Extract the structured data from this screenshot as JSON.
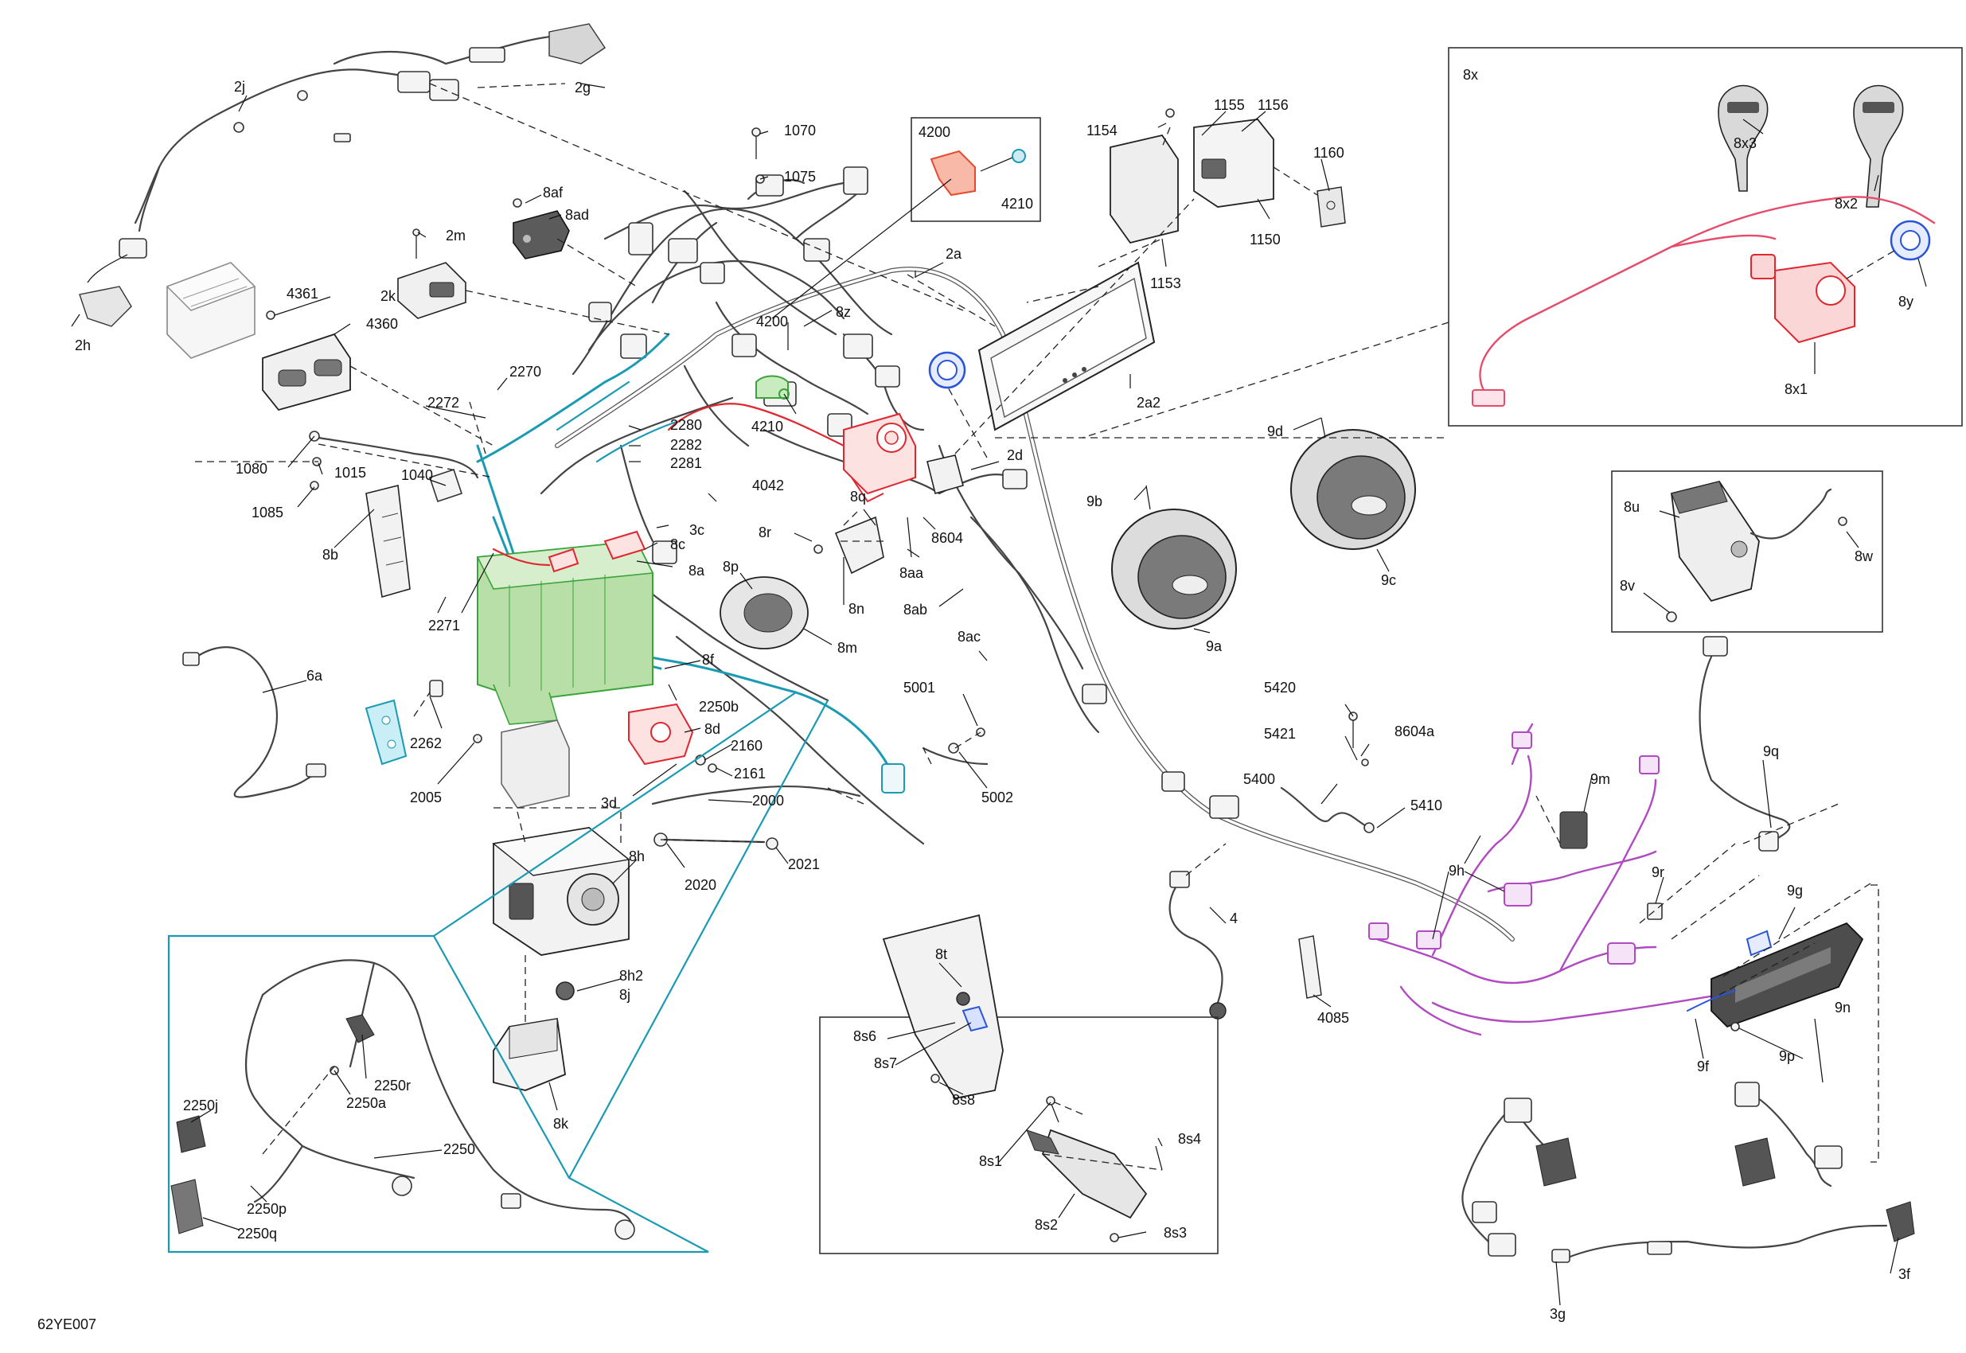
{
  "figure_code": "62YE007",
  "colors": {
    "teal": "#1a9bb3",
    "red": "#e0262e",
    "pink": "#e64b6a",
    "blue": "#2a55d6",
    "magenta": "#b04ac0",
    "green": "#3aa33a"
  },
  "callouts": {
    "c_2j": "2j",
    "c_2g": "2g",
    "c_2h": "2h",
    "c_1070": "1070",
    "c_1075": "1075",
    "c_8af": "8af",
    "c_8ad": "8ad",
    "c_2m": "2m",
    "c_2k": "2k",
    "c_4361": "4361",
    "c_4360": "4360",
    "c_2270": "2270",
    "c_2272": "2272",
    "c_1080": "1080",
    "c_1015": "1015",
    "c_1085": "1085",
    "c_1040": "1040",
    "c_8b": "8b",
    "c_2280": "2280",
    "c_2282": "2282",
    "c_2281": "2281",
    "c_4042": "4042",
    "c_3c": "3c",
    "c_8c": "8c",
    "c_8a": "8a",
    "c_2271": "2271",
    "c_4200_top": "4200",
    "c_4210_top": "4210",
    "c_4200_mid": "4200",
    "c_4210_mid": "4210",
    "c_8z": "8z",
    "c_2a": "2a",
    "c_2a2": "2a2",
    "c_2d": "2d",
    "c_8q": "8q",
    "c_8r": "8r",
    "c_8604": "8604",
    "c_8aa": "8aa",
    "c_8p": "8p",
    "c_8n": "8n",
    "c_8m": "8m",
    "c_8ab": "8ab",
    "c_8ac": "8ac",
    "c_1154": "1154",
    "c_1155": "1155",
    "c_1156": "1156",
    "c_1160": "1160",
    "c_1150": "1150",
    "c_1153": "1153",
    "c_8x": "8x",
    "c_8x3": "8x3",
    "c_8x2": "8x2",
    "c_8y": "8y",
    "c_8x1": "8x1",
    "c_9d": "9d",
    "c_9b": "9b",
    "c_9c": "9c",
    "c_9a": "9a",
    "c_8u": "8u",
    "c_8w": "8w",
    "c_8v": "8v",
    "c_6a": "6a",
    "c_2262": "2262",
    "c_2005": "2005",
    "c_8f": "8f",
    "c_2250b": "2250b",
    "c_8d": "8d",
    "c_2160": "2160",
    "c_2161": "2161",
    "c_3d": "3d",
    "c_2000": "2000",
    "c_5001": "5001",
    "c_5002": "5002",
    "c_2020": "2020",
    "c_2021": "2021",
    "c_8h": "8h",
    "c_8h2": "8h2",
    "c_8j": "8j",
    "c_8k": "8k",
    "c_5420": "5420",
    "c_5421": "5421",
    "c_8604a": "8604a",
    "c_5400": "5400",
    "c_5410": "5410",
    "c_4": "4",
    "c_4085": "4085",
    "c_9m": "9m",
    "c_9h": "9h",
    "c_9r": "9r",
    "c_9q": "9q",
    "c_9g": "9g",
    "c_9n": "9n",
    "c_9p": "9p",
    "c_9f": "9f",
    "c_3f": "3f",
    "c_3g": "3g",
    "c_8t": "8t",
    "c_8s6": "8s6",
    "c_8s7": "8s7",
    "c_8s8": "8s8",
    "c_8s1": "8s1",
    "c_8s4": "8s4",
    "c_8s2": "8s2",
    "c_8s3": "8s3",
    "c_2250j": "2250j",
    "c_2250r": "2250r",
    "c_2250a": "2250a",
    "c_2250": "2250",
    "c_2250p": "2250p",
    "c_2250q": "2250q"
  }
}
